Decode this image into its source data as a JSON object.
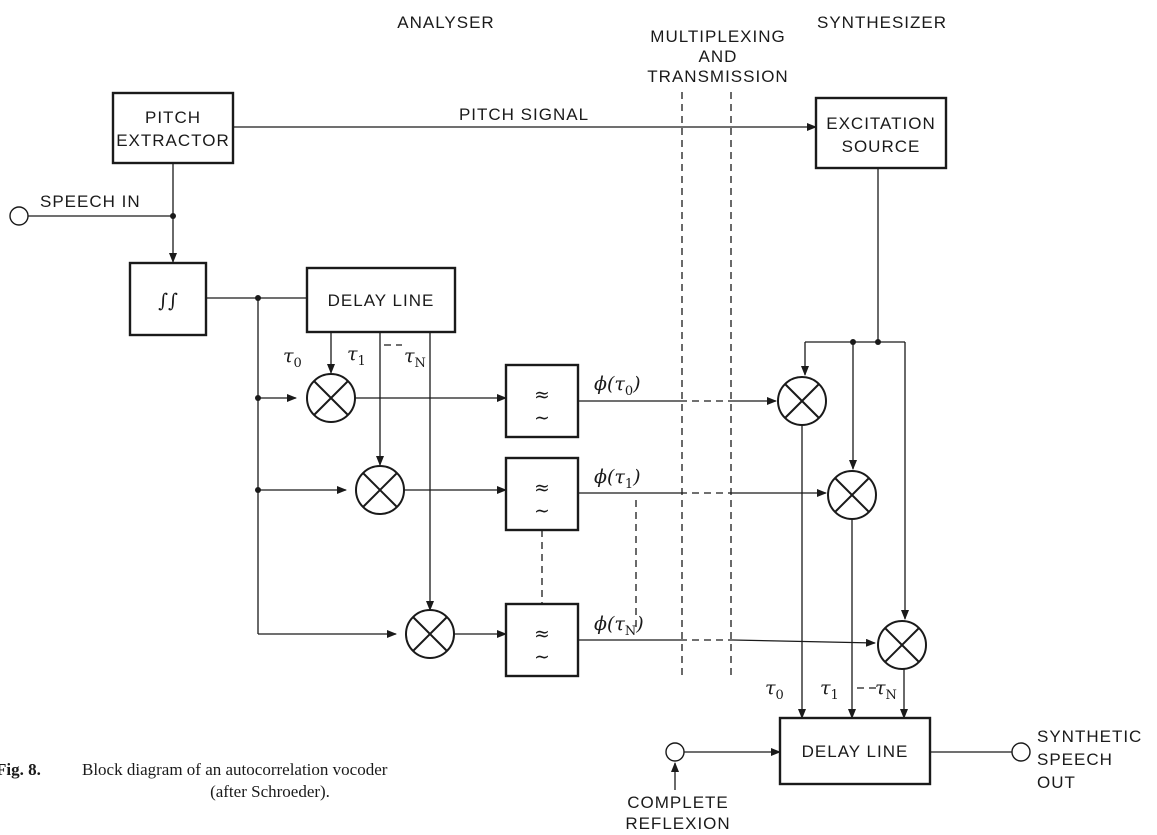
{
  "sections": {
    "analyser": "ANALYSER",
    "multiplexing_1": "MULTIPLEXING",
    "multiplexing_2": "AND",
    "multiplexing_3": "TRANSMISSION",
    "synthesizer": "SYNTHESIZER"
  },
  "blocks": {
    "pitch_extractor_1": "PITCH",
    "pitch_extractor_2": "EXTRACTOR",
    "excitation_1": "EXCITATION",
    "excitation_2": "SOURCE",
    "delay_line_analyser": "DELAY LINE",
    "delay_line_synth": "DELAY LINE",
    "rectifier_symbol": "∫∫",
    "lowpass_symbol_top": "≈",
    "lowpass_symbol_bottom": "∼"
  },
  "signals": {
    "pitch_signal": "PITCH SIGNAL",
    "speech_in": "SPEECH IN",
    "synthetic_1": "SYNTHETIC",
    "synthetic_2": "SPEECH",
    "synthetic_3": "OUT",
    "complete_1": "COMPLETE",
    "complete_2": "REFLEXION"
  },
  "taps": {
    "tau": "τ",
    "sub_0": "0",
    "sub_1": "1",
    "sub_n": "N",
    "phi_prefix": "ϕ(",
    "phi_suffix": ")"
  },
  "caption": {
    "label": "Fig. 8.",
    "line1": "Block diagram of an autocorrelation vocoder",
    "line2": "(after Schroeder)."
  }
}
